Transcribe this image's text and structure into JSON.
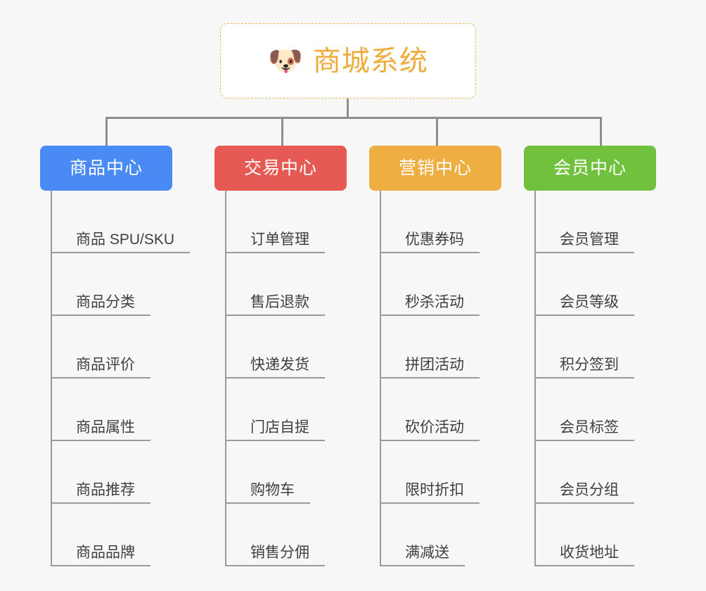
{
  "root": {
    "icon": "shiba-dog-face-icon",
    "emoji": "🐶",
    "title": "商城系统",
    "title_color": "#efab3c",
    "border_color": "#edb95e"
  },
  "canvas": {
    "background": "#f7f7f7",
    "connector_color": "#8e8e8e"
  },
  "branches": [
    {
      "label": "商品中心",
      "color": "#4a8af4",
      "items": [
        "商品 SPU/SKU",
        "商品分类",
        "商品评价",
        "商品属性",
        "商品推荐",
        "商品品牌"
      ]
    },
    {
      "label": "交易中心",
      "color": "#e55a55",
      "items": [
        "订单管理",
        "售后退款",
        "快递发货",
        "门店自提",
        "购物车",
        "销售分佣"
      ]
    },
    {
      "label": "营销中心",
      "color": "#eeae41",
      "items": [
        "优惠券码",
        "秒杀活动",
        "拼团活动",
        "砍价活动",
        "限时折扣",
        "满减送"
      ]
    },
    {
      "label": "会员中心",
      "color": "#71c13f",
      "items": [
        "会员管理",
        "会员等级",
        "积分签到",
        "会员标签",
        "会员分组",
        "收货地址"
      ]
    }
  ]
}
